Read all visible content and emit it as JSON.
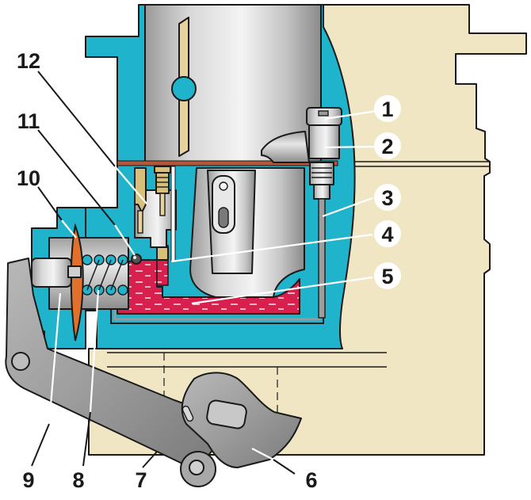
{
  "diagram": {
    "subject": "Carburetor accelerator pump (cross-section)",
    "colors": {
      "body_cream": "#f0e6c4",
      "coolant_cyan": "#1fb3cc",
      "fuel_red": "#d8204e",
      "metal_light": "#e4e4e4",
      "metal_dark": "#8e8e8e",
      "gasket_brown": "#b3573a",
      "brass": "#d9c07a",
      "diaphragm_orange": "#e0702a",
      "outline": "#1a1a1a"
    },
    "callouts": [
      {
        "id": "1",
        "label": "1",
        "style": "badge"
      },
      {
        "id": "2",
        "label": "2",
        "style": "badge"
      },
      {
        "id": "3",
        "label": "3",
        "style": "badge"
      },
      {
        "id": "4",
        "label": "4",
        "style": "badge"
      },
      {
        "id": "5",
        "label": "5",
        "style": "badge"
      },
      {
        "id": "6",
        "label": "6",
        "style": "plain"
      },
      {
        "id": "7",
        "label": "7",
        "style": "plain"
      },
      {
        "id": "8",
        "label": "8",
        "style": "plain"
      },
      {
        "id": "9",
        "label": "9",
        "style": "plain"
      },
      {
        "id": "10",
        "label": "10",
        "style": "plain"
      },
      {
        "id": "11",
        "label": "11",
        "style": "plain"
      },
      {
        "id": "12",
        "label": "12",
        "style": "plain"
      }
    ]
  }
}
